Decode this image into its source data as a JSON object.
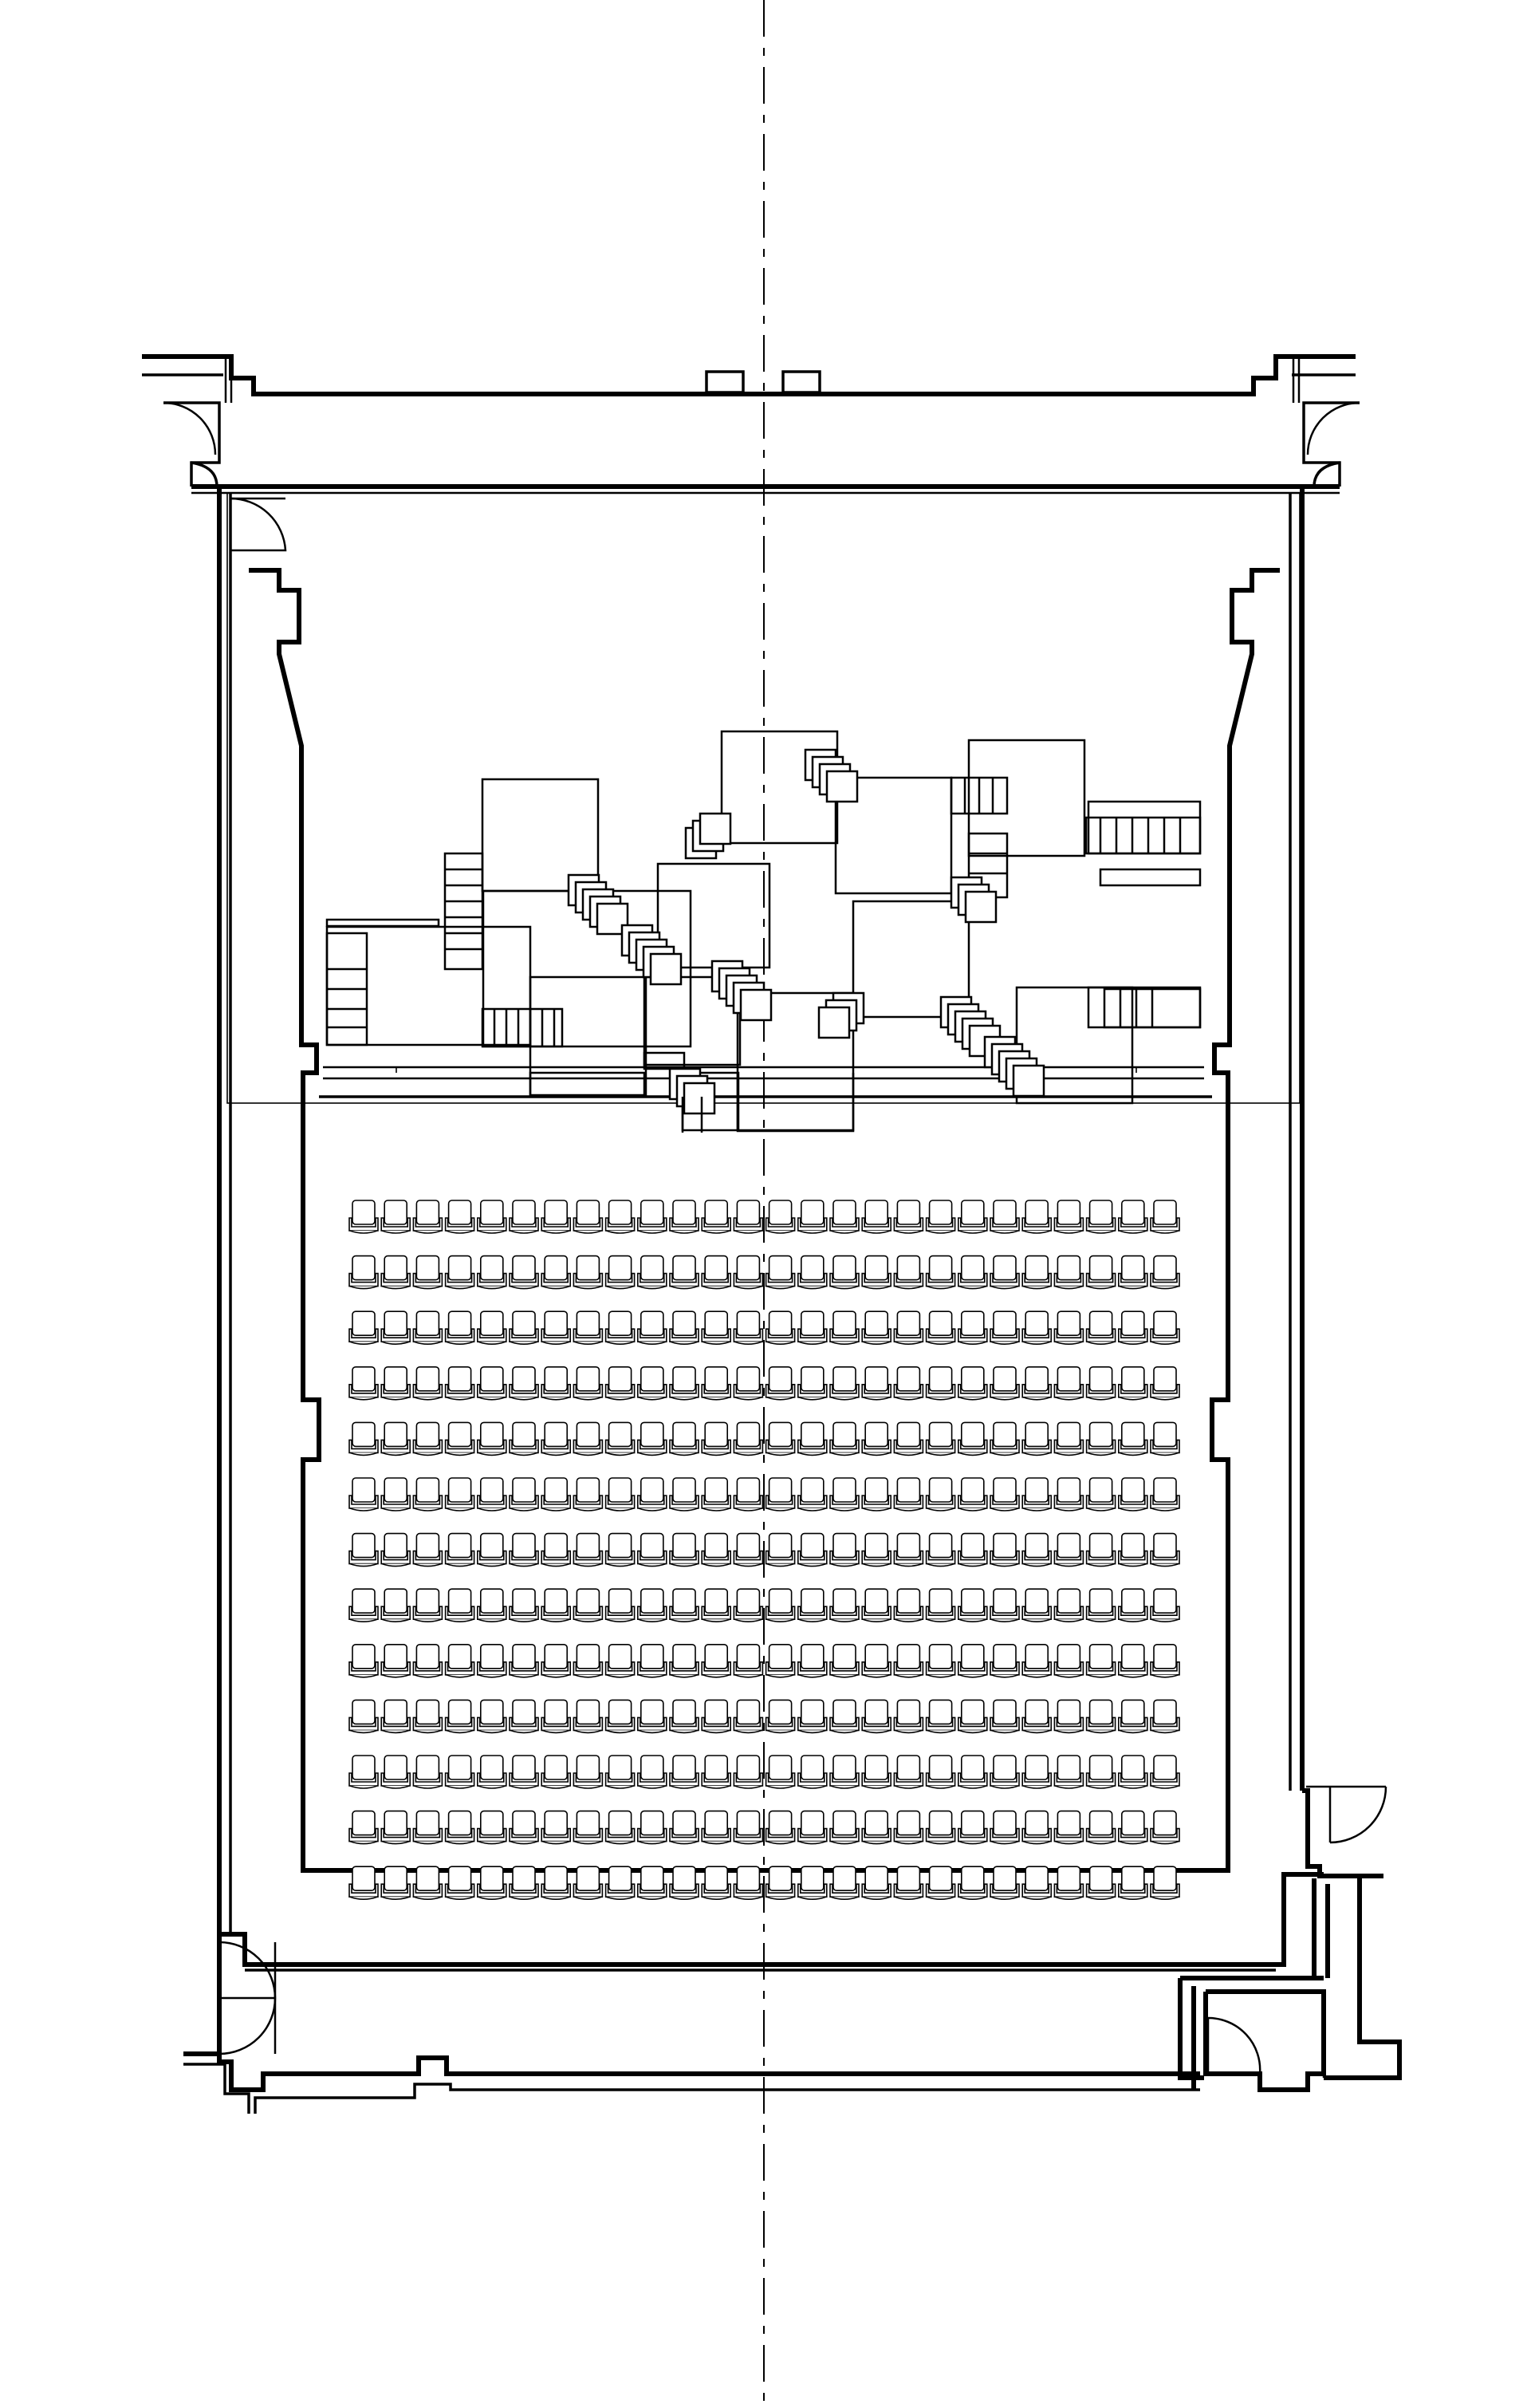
{
  "drawing": {
    "type": "theatre floor plan (monochrome line drawing)",
    "line_color": "#000000",
    "background_color": "#ffffff",
    "text_labels": []
  },
  "seating": {
    "rows": 13,
    "seats_per_row": 26,
    "seat_icon": "theatre-seat-icon"
  },
  "doors": [
    "top-left",
    "top-right",
    "stage-upper-left",
    "lower-left",
    "lower-right",
    "lower-right-vestibule"
  ],
  "stage_platforms": {
    "count": 12,
    "stairs": 6
  }
}
